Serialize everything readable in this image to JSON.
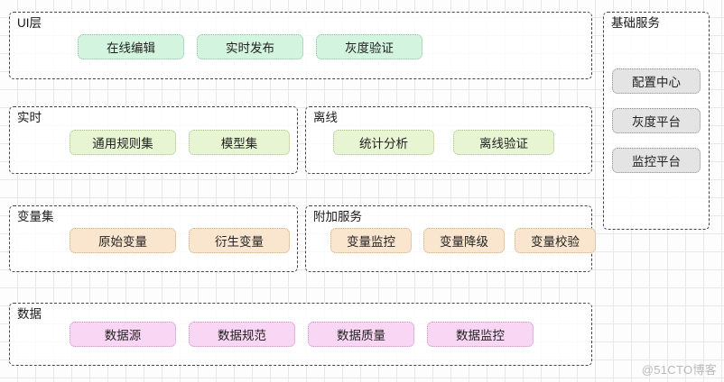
{
  "canvas": {
    "watermark": "@51CTO博客",
    "grid_color": "#e9e9e9",
    "background": "#fdfdfd"
  },
  "palette": {
    "green": "#d3f5e0",
    "lime": "#e7f5d2",
    "peach": "#fae5cf",
    "pink": "#f9d7f4",
    "grey": "#e4e4e4",
    "group_border": "#444444"
  },
  "groups": [
    {
      "id": "ui-layer",
      "title": "UI层",
      "color": "green",
      "nodes": [
        {
          "label": "在线编辑"
        },
        {
          "label": "实时发布"
        },
        {
          "label": "灰度验证"
        }
      ]
    },
    {
      "id": "realtime",
      "title": "实时",
      "color": "lime",
      "nodes": [
        {
          "label": "通用规则集"
        },
        {
          "label": "模型集"
        }
      ]
    },
    {
      "id": "offline",
      "title": "离线",
      "color": "lime",
      "nodes": [
        {
          "label": "统计分析"
        },
        {
          "label": "离线验证"
        }
      ]
    },
    {
      "id": "variable-set",
      "title": "变量集",
      "color": "peach",
      "nodes": [
        {
          "label": "原始变量"
        },
        {
          "label": "衍生变量"
        }
      ]
    },
    {
      "id": "extra-service",
      "title": "附加服务",
      "color": "peach",
      "nodes": [
        {
          "label": "变量监控"
        },
        {
          "label": "变量降级"
        },
        {
          "label": "变量校验"
        }
      ]
    },
    {
      "id": "data",
      "title": "数据",
      "color": "pink",
      "nodes": [
        {
          "label": "数据源"
        },
        {
          "label": "数据规范"
        },
        {
          "label": "数据质量"
        },
        {
          "label": "数据监控"
        }
      ]
    },
    {
      "id": "base-service",
      "title": "基础服务",
      "color": "grey",
      "nodes": [
        {
          "label": "配置中心"
        },
        {
          "label": "灰度平台"
        },
        {
          "label": "监控平台"
        }
      ]
    }
  ]
}
